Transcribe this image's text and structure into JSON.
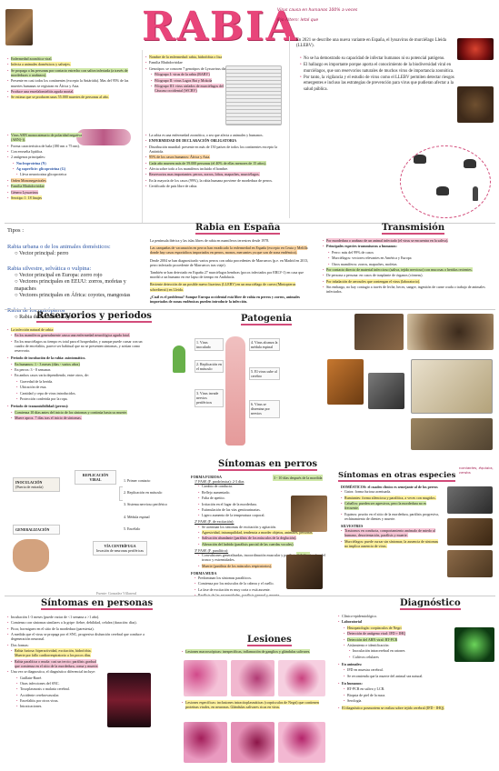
{
  "header": {
    "title": "RABIA",
    "note1": "Virus causa en humanos 100% a veces",
    "note2": "Ojo Altern: letal que"
  },
  "col1_top": {
    "items": [
      "Enfermedad zoonótica viral.",
      "Infecta a animales domésticos y salvajes.",
      "Se propaga a las personas por contacto estrecho con saliva infectada (a través de mordeduras o arañazos).",
      "Presente en casi todos los continentes (excepto la Antártida). Mas del 95% de las muertes humanas se registran en África y Asia.",
      "Produce una encefalomielitis aguda mortal.",
      "Se estima que se producen unas 55.000 muertes de personas al año."
    ]
  },
  "col1_virus": {
    "items": [
      "Virus ARN monocatenario de polaridad negativa (ARN(-)).",
      "Forma característica de bala (180 nm x 75 nm).",
      "Con envuelta lipídica.",
      "2 antígenos principales:",
      "Nucleoproteína (N)",
      "Ag superficie: glicoproteína (G)",
      "Lleva neurotoxina glicoproteica",
      "Orden Mononegavirales",
      "Familia Rhabdoviridae",
      "Género Lyssavirus",
      "Serotipo 1: 18 linajes"
    ]
  },
  "col2_top": {
    "items": [
      "Nombre de la enfermedad: rabia, hidrofobia o lisa",
      "Familia Rhabdoviridae",
      "Genotipos: se conocen 7 genotipos de Lyssavirus distribuidos en 2 filogrupos",
      "Filogrupo I: virus de la rabia (RABV)",
      "Filogrupo II: virus Lagos Bat y Mokola",
      "Filogrupo III: virus aislados de murciélagos del Cáucaso occidental (WCBV)"
    ]
  },
  "col2_epi": {
    "items": [
      "La rabia es una enfermedad zoonótica, o sea que afecta a animales y humanos.",
      "ENFERMEDAD DE DECLARACIÓN OBLIGATORIA",
      "Distribución mundial: presente en más de 150 países de todos los continentes excepto la Antártida.",
      "95% de los casos humanos: África y Asia.",
      "Cada año mueren más de 59.000 personas (el 40% de ellas menores de 15 años).",
      "Afecta sobre todo a los mamíferos incluido el hombre.",
      "Reservorios mas importantes: perros, zorros, lobos, mapaches, murciélagos.",
      "En la mayoría de los casos (99%), la rabia humana proviene de mordedura de perros.",
      "Certificado de país libre de rabia."
    ]
  },
  "col3_top": {
    "intro": "En 2021 se describe una nueva variante en España, el lyssavirus de murciélago Lleida (LLEBV).",
    "items": [
      "No se ha demostrado su capacidad de infectar humanos ni su potencial patógeno.",
      "El hallazgo es importante porque aporta el conocimiento de la biodiversidad viral en murciélagos, que son reservorios naturales de muchos virus de importancia zoonótica.",
      "Por tanto, la vigilancia y el estudio de virus como el LLEBV permiten detectar riesgos emergentes e incluso las estrategias de prevención para virus que pudieran afectar a la salud pública."
    ]
  },
  "tipos": {
    "heading": "Tipos :",
    "urban_title": "Rabia urbana o de los animales domésticos:",
    "urban_items": [
      "Vector principal: perro"
    ],
    "wild_title": "Rabia silvestre, selvática o vulpina:",
    "wild_items": [
      "Vector principal en Europa: zorro rojo",
      "Vectores principales en EEUU: zorros, mofetas y mapaches",
      "Vectores principales en África: coyotes, mangostas"
    ],
    "bat_title": "Rabia de los quirópteros",
    "bat_items": [
      "Rabia de los murciélagos"
    ]
  },
  "espana": {
    "title": "Rabia en España",
    "paras": [
      "La península ibérica y las islas libres de rabia en mamíferos terrestres desde 1978.",
      "Las campañas de vacunación en perros han erradicado la enfermedad en España (excepto en Ceuta y Melilla donde hay casos esporádicos importados en perros, monos, mercantes ya que son de zona endémica).",
      "Desde 2004 se han diagnosticado varios perros con rabia procedentes de Marruecos (p.e. en Madrid en 2013, perro infectado procedente de Marruecos tras viaje).",
      "También se han detectado en España 27 murciélagos hembras (pocos infectados por EBLV-1) en casa que mordió a un humano en ese lapso de tiempo en Andalucía.",
      "Reciente detección de un posible nuevo lisavirus (LLEBV) en un murciélago de cueva (Miniopterus schreibersii) en Lleida.",
      "¿Cuál es el problema? Aunque Europa occidental está libre de rabia en perros y zorros, animales importados de zonas endémicas pueden introducir la infección."
    ]
  },
  "transmision": {
    "title": "Transmisión",
    "items": [
      "Por mordedura o arañazo de un animal infectado (el virus se encuentra en la saliva).",
      "Principales especies transmisoras a humanos:",
      "Perro: más del 99% de casos",
      "Murciélagos: vectores relevantes en América y Europa",
      "Otros mamíferos: zorros, mapaches, mofetas",
      "Por contacto directo de material infeccioso (saliva, tejido nervioso) con mucosas o heridas recientes.",
      "De persona a persona: en casos de trasplante de órganos (córneas).",
      "Por inhalación de aerosoles que contengan el virus (laboratorio).",
      "Sin embargo, no hay contagio a través de leche, heces, sangre, ingestión de carne cruda o trabajo de animales infectados."
    ]
  },
  "reservorios": {
    "title": "Reservorios y periodos",
    "items": [
      "La infección natural de rabia:",
      "En los mamíferos generalmente causa una enfermedad neurológica aguda fatal.",
      "En los murciélagos su tiempo es total para el hospedador, y aunque puede cursar con un cuadro de encefalitis, parece ser habitual que no se presenten síntomas, y actúan como reservorio.",
      "Periodo de incubación de la rabia: asintomático.",
      "En humanos: 1 - 3 meses (días - varios años)",
      "En perros: 3 - 8 semanas",
      "En ambos casos varía dependiendo, entre otros, de:",
      "Gravedad de la herida.",
      "Ubicación de esta.",
      "Cantidad y cepa de virus introducidos.",
      "Protección conferida por la ropa.",
      "Periodo de transmisibilidad (perros):",
      "Comienza 10 días antes del inicio de los síntomas y continúa hasta su muerte.",
      "Muere aprox. 7 días tras el inicio de síntomas."
    ]
  },
  "patogenia": {
    "title": "Patogenia",
    "steps": [
      "1. Virus inoculado",
      "2. Replicación en el músculo",
      "3. Virus invade nervios periféricos",
      "4. Virus alcanza la médula espinal",
      "5. El virus sube al cerebro",
      "6. Virus se disemina por nervios"
    ]
  },
  "diagram": {
    "left_title": "INOCULACIÓN",
    "left_sub": "(Puerta de entrada)",
    "center_title": "REPLICACIÓN VIRAL",
    "right_items": [
      "1. Primer contacto",
      "2. Replicación en músculo",
      "3. Sistema nervioso periférico",
      "4. Médula espinal",
      "5. Encéfalo"
    ],
    "via_cen_title": "VÍA CENTRÍPETA",
    "via_cen_sub": "Invasión de neuronas centrales",
    "via_cef_title": "VÍA CENTRÍFUGA",
    "via_cef_sub": "Invasión de neuronas periféricas",
    "gen_title": "GENERALIZACIÓN",
    "credit": "Fuente: Gonzalez Villarreal"
  },
  "sintomas_perros": {
    "title": "Síntomas en perros",
    "furiosa": "FORMA FURIOSA",
    "phase1": "1ª FASE (F. prodrómica): 2-3 días",
    "phase1_items": [
      "Cambio de conducta.",
      "Reflejo aumentado.",
      "Falta de apetito.",
      "Irritación en el lugar de la mordedura.",
      "Estimulación de las vías genitourinarias.",
      "Ligero aumento de la temperatura corporal."
    ],
    "phase2": "2ª FASE (F. de excitación):",
    "phase2_items": [
      "Se acentúan los síntomas de excitación y agitación.",
      "Agresividad, intranquilidad, tendencia a morder objetos, animales, personas.",
      "Salivación abundante (parálisis de los músculos de la deglución).",
      "Alteración del ladrido (parálisis parcial de las cuerdas vocales)."
    ],
    "phase3": "3ª FASE (F. paralítica):",
    "phase3_items": [
      "Convulsiones generalizadas, incoordinación muscular y parálisis de los músculos del tronco y extremidades.",
      "Muerte (parálisis de los músculos respiratorios)."
    ],
    "muda": "FORMA MUDA",
    "muda_items": [
      "Predominan los síntomas paralíticos.",
      "Comienza por los músculos de la cabeza y el cuello.",
      "La fase de excitación es muy corta o está ausente.",
      "Parálisis de las extremidades, parálisis general y muerte."
    ],
    "tag": "3 - 10 días después de la mordida",
    "tag2": "1-2 días"
  },
  "otras": {
    "title": "Síntomas en otras especies",
    "note": "rumiantes, équidos, cerdos",
    "dom": "DOMÉSTICOS: el cuadro clínico es semejante al de los perros",
    "items": [
      "Gatos: forma furiosa acentuada.",
      "Rumiantes: forma silenciosa y paralítica, a veces con mugidos.",
      "Caballos: pueden ser agresivos, pero la mordedura no es frecuente.",
      "Equinos: prurito en el sitio de la mordedura, parálisis progresiva, rechinamiento de dientes y muerte."
    ],
    "silv": "SILVESTRES",
    "silv_items": [
      "Trastornos en conducta, comportamiento anómalo de miedo al humano, desorientación, parálisis y muerte.",
      "Murciélagos: puede cursar sin síntomas; la ausencia de síntomas no implica ausencia de virus."
    ]
  },
  "personas": {
    "title": "Síntomas en personas",
    "items": [
      "Incubación 1-3 meses (puede variar de <1 semana a >1 año).",
      "Comienzo con síntomas similares a la gripe: fiebre, debilidad, cefalea (duración: días).",
      "Picor, hormigueo en el sitio de la mordedura (parestesia).",
      "A medida que el virus se propaga por el SNC, progresiva disfunción cerebral que conduce a degeneración neuronal.",
      "Dos formas:",
      "Rabia furiosa: hiperactividad, excitación, hidrofobia. Muerte por fallo cardiorrespiratorio a los pocos días.",
      "Rabia paralítica o muda: casi un tercio; parálisis gradual que comienza en el sitio de la mordedura, coma y muerte.",
      "Una vez se diagnostica, el diagnóstico diferencial incluye:",
      "Guillain-Barré.",
      "Otras infecciones del SNC.",
      "Toxoplasmosis o malaria cerebral.",
      "Accidente cerebrovascular.",
      "Encefalitis por otros virus.",
      "Intoxicaciones."
    ]
  },
  "lesiones": {
    "title": "Lesiones",
    "items": [
      "Lesiones macroscópicas: inespecíficas, inflamación de ganglios y glándulas salivares.",
      "Lesiones específicas: inclusiones intracitoplasmáticas (corpúsculos de Negri) que contienen proteínas virales, en neuronas. Glándulas salivares ricas en virus."
    ]
  },
  "diagnostico": {
    "title": "Diagnóstico",
    "items": [
      "Clínico-epidemiológico.",
      "Laboratorial",
      "Histopatología: corpúsculos de Negri",
      "Detección de antígeno viral: IFD + IHQ",
      "Detección del ARN viral: RT-PCR",
      "Aislamiento e identificación:",
      "Inoculación intracerebral en ratones",
      "Cultivos celulares",
      "En animales:",
      "IFD en muestra cerebral.",
      "Se recomienda que la muerte del animal sea natural.",
      "En humanos:",
      "RT-PCR en saliva y LCR.",
      "Biopsia de piel de la nuca.",
      "Serología.",
      "El diagnóstico posmortem se realiza sobre tejido cerebral (IFD - IHQ)."
    ]
  }
}
